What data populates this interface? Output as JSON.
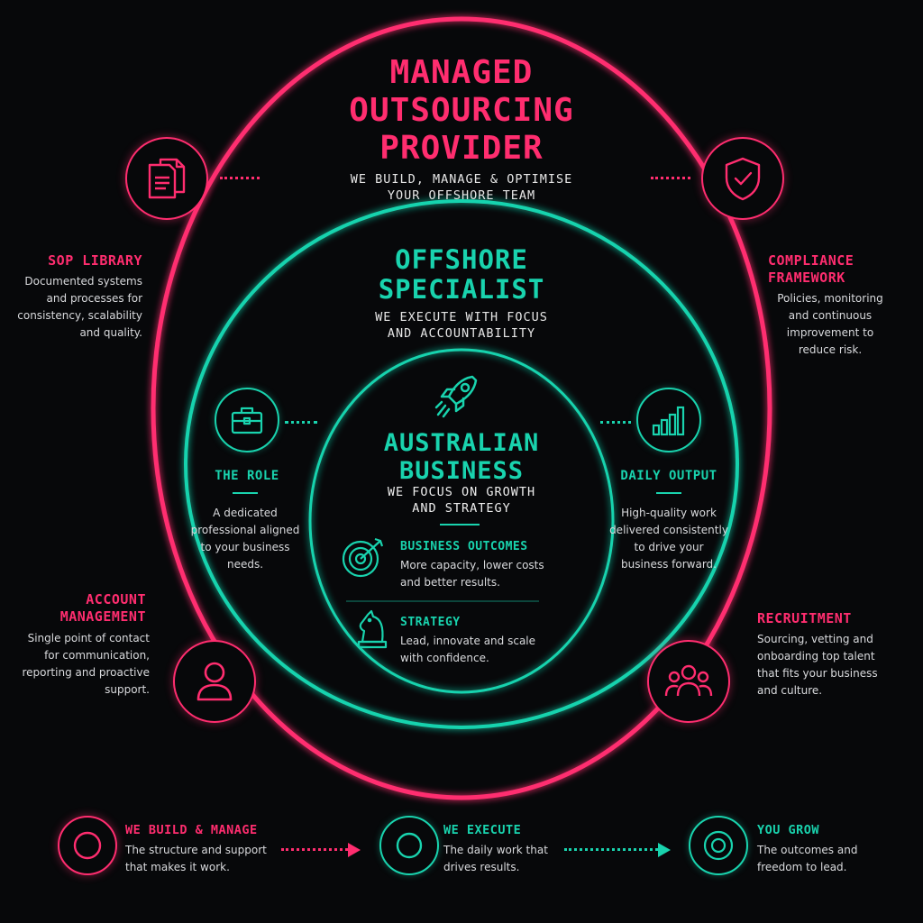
{
  "outer": {
    "title_lines": [
      "MANAGED",
      "OUTSOURCING",
      "PROVIDER"
    ],
    "subtitle_lines": [
      "WE BUILD, MANAGE & OPTIMISE",
      "YOUR OFFSHORE TEAM"
    ]
  },
  "middle": {
    "title_lines": [
      "OFFSHORE",
      "SPECIALIST"
    ],
    "subtitle_lines": [
      "WE EXECUTE WITH FOCUS",
      "AND ACCOUNTABILITY"
    ]
  },
  "inner": {
    "title_lines": [
      "AUSTRALIAN",
      "BUSINESS"
    ],
    "subtitle_lines": [
      "WE FOCUS ON GROWTH",
      "AND STRATEGY"
    ],
    "items": [
      {
        "title": "BUSINESS OUTCOMES",
        "desc_lines": [
          "More capacity, lower costs",
          "and better results."
        ],
        "icon": "target-icon"
      },
      {
        "title": "STRATEGY",
        "desc_lines": [
          "Lead, innovate and scale",
          "with confidence."
        ],
        "icon": "chess-knight-icon"
      }
    ]
  },
  "sop": {
    "title": "SOP LIBRARY",
    "desc_lines": [
      "Documented systems",
      "and processes for",
      "consistency, scalability",
      "and quality."
    ],
    "icon": "documents-icon"
  },
  "compliance": {
    "title_lines": [
      "COMPLIANCE",
      "FRAMEWORK"
    ],
    "desc_lines": [
      "Policies, monitoring",
      "and continuous",
      "improvement to",
      "reduce risk."
    ],
    "icon": "shield-check-icon"
  },
  "account": {
    "title_lines": [
      "ACCOUNT",
      "MANAGEMENT"
    ],
    "desc_lines": [
      "Single point of contact",
      "for communication,",
      "reporting and proactive",
      "support."
    ],
    "icon": "user-icon"
  },
  "recruitment": {
    "title": "RECRUITMENT",
    "desc_lines": [
      "Sourcing, vetting and",
      "onboarding top talent",
      "that fits your business",
      "and culture."
    ],
    "icon": "team-icon"
  },
  "role": {
    "title": "THE ROLE",
    "desc_lines": [
      "A dedicated",
      "professional aligned",
      "to your business",
      "needs."
    ],
    "icon": "briefcase-icon"
  },
  "daily": {
    "title": "DAILY OUTPUT",
    "desc_lines": [
      "High-quality work",
      "delivered consistently",
      "to drive your",
      "business forward."
    ],
    "icon": "bar-chart-icon"
  },
  "bottom": [
    {
      "title": "WE BUILD & MANAGE",
      "desc_lines": [
        "The structure and support",
        "that makes it work."
      ],
      "color": "#ff2d6f"
    },
    {
      "title": "WE EXECUTE",
      "desc_lines": [
        "The daily work that",
        "drives results."
      ],
      "color": "#19d3ae"
    },
    {
      "title": "YOU GROW",
      "desc_lines": [
        "The outcomes and",
        "freedom to lead."
      ],
      "color": "#19d3ae"
    }
  ],
  "colors": {
    "pink": "#ff2d6f",
    "teal": "#19d3ae",
    "background": "#07080a"
  }
}
